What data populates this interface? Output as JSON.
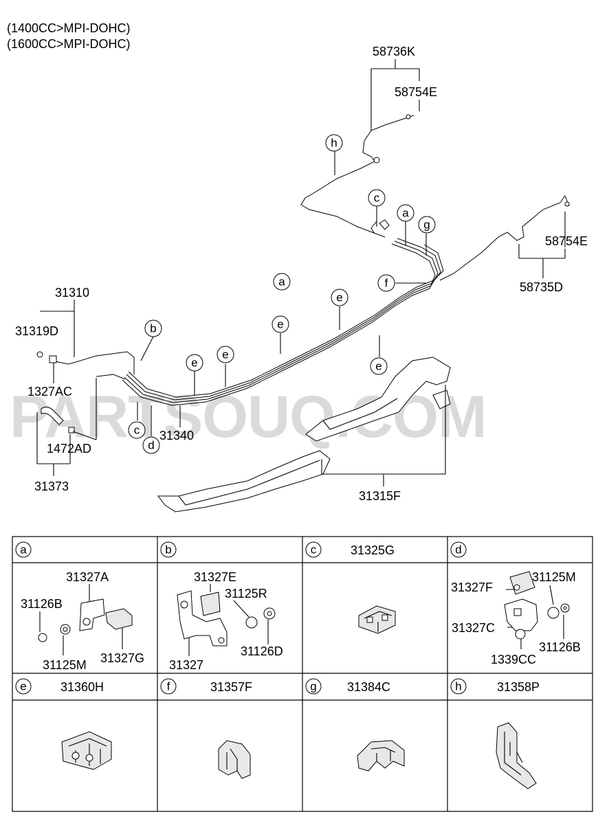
{
  "header": {
    "engine_1": "(1400CC>MPI-DOHC)",
    "engine_2": "(1600CC>MPI-DOHC)"
  },
  "watermark": "PARTSOUQ.COM",
  "callouts": {
    "p58736K": "58736K",
    "p58754E_top": "58754E",
    "p58754E_right": "58754E",
    "p58735D": "58735D",
    "p31310": "31310",
    "p31319D": "31319D",
    "p1327AC": "1327AC",
    "p1472AD": "1472AD",
    "p31373": "31373",
    "p31340": "31340",
    "p31315F": "31315F"
  },
  "letters": {
    "a": "a",
    "b": "b",
    "c": "c",
    "d": "d",
    "e": "e",
    "f": "f",
    "g": "g",
    "h": "h"
  },
  "table": {
    "a": {
      "letter": "a",
      "parts": [
        "31327A",
        "31126B",
        "31125M",
        "31327G"
      ]
    },
    "b": {
      "letter": "b",
      "parts": [
        "31327E",
        "31125R",
        "31327",
        "31126D"
      ]
    },
    "c": {
      "letter": "c",
      "part": "31325G"
    },
    "d": {
      "letter": "d",
      "parts": [
        "31327F",
        "31125M",
        "31327C",
        "31126B",
        "1339CC"
      ]
    },
    "e": {
      "letter": "e",
      "part": "31360H"
    },
    "f": {
      "letter": "f",
      "part": "31357F"
    },
    "g": {
      "letter": "g",
      "part": "31384C"
    },
    "h": {
      "letter": "h",
      "part": "31358P"
    }
  }
}
